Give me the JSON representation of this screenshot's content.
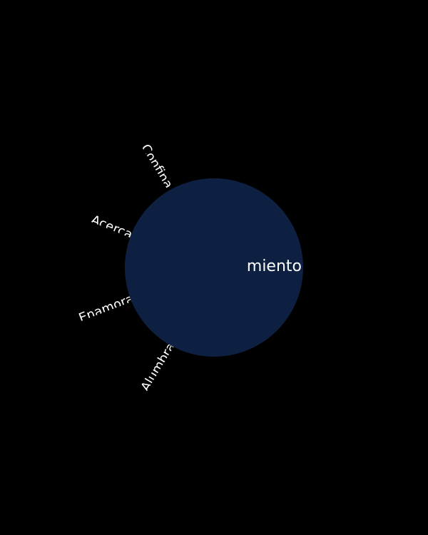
{
  "center_word": "miento",
  "labels": [
    "Confina",
    "Acerca",
    "Enamora",
    "Alumbra"
  ],
  "colors": {
    "background": "#000000",
    "circle": "#0e2042",
    "text": "#ffffff"
  }
}
